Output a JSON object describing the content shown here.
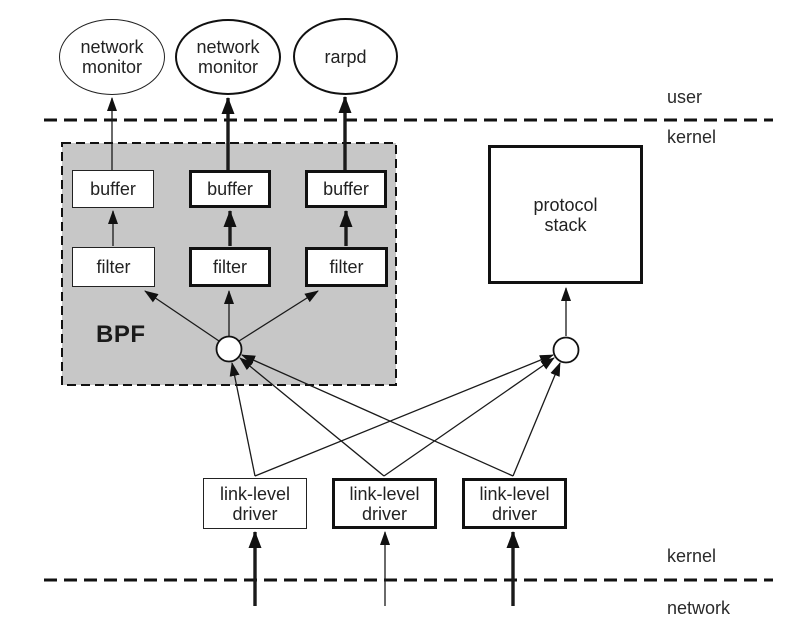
{
  "processes": [
    {
      "label": "network monitor"
    },
    {
      "label": "network monitor"
    },
    {
      "label": "rarpd"
    }
  ],
  "boundaries": {
    "user_label": "user",
    "kernel_label_top": "kernel",
    "kernel_label_bottom": "kernel",
    "network_label": "network"
  },
  "bpf": {
    "label": "BPF",
    "buffers": [
      "buffer",
      "buffer",
      "buffer"
    ],
    "filters": [
      "filter",
      "filter",
      "filter"
    ]
  },
  "protocol_stack_label": "protocol stack",
  "drivers": [
    {
      "label": "link-level driver"
    },
    {
      "label": "link-level driver"
    },
    {
      "label": "link-level driver"
    }
  ],
  "colors": {
    "bpf_region_fill": "#c7c7c7",
    "ink": "#1a1a1a",
    "background": "#ffffff"
  }
}
